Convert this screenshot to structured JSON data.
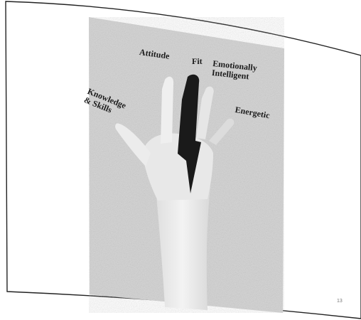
{
  "slide": {
    "labels": {
      "knowledge_skills": "Knowledge\n& Skills",
      "attitude": "Attitude",
      "fit": "Fit",
      "emotionally_intelligent": "Emotionally\nIntelligent",
      "energetic": "Energetic"
    },
    "page_number": "13"
  },
  "colors": {
    "paper": "#ffffff",
    "photo_background": "#d6d6d6",
    "hand": "#eaeaea",
    "highlighted_finger": "#1a1a1a",
    "label_text": "#1c1c1c"
  }
}
